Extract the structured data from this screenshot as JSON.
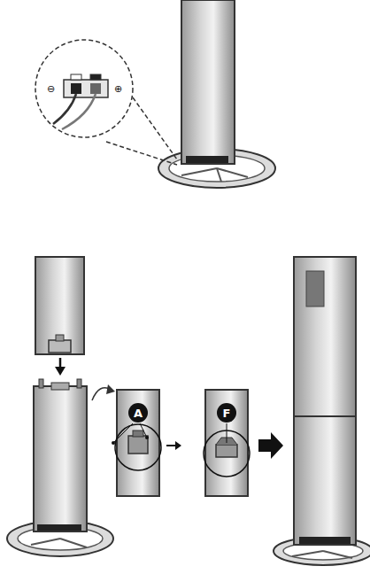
{
  "diagram": {
    "nodes": [
      {
        "text": [
          "A"
        ]
      },
      {
        "text": [
          "F"
        ]
      }
    ],
    "labels": [
      "⊖",
      "⊕"
    ]
  }
}
